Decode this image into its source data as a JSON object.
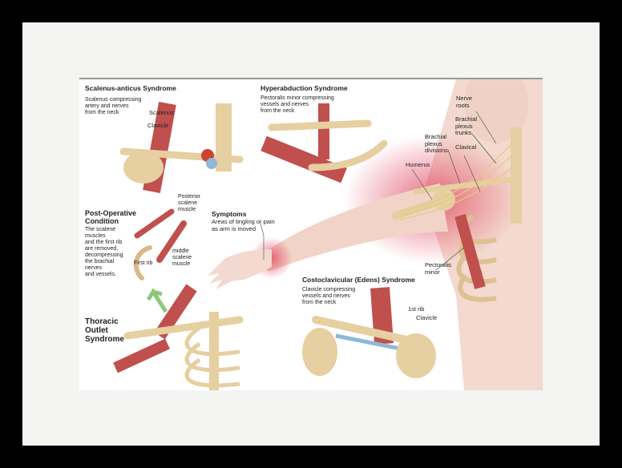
{
  "panels": {
    "scalenus": {
      "title": "Scalenus-anticus Syndrome",
      "desc": "Scalenus compressing\nartery and nerves\nfrom the neck",
      "labels": [
        "Scalenus",
        "Clavicle"
      ]
    },
    "hyperabduction": {
      "title": "Hyperabduction Syndrome",
      "desc": "Pectoralis minor compressing\nvessels and nerves\nfrom the neck"
    },
    "postop": {
      "title": "Post-Operative\nCondition",
      "desc": "The scalene\nmuscles\nand the first rib\nare removed,\ndecompressing\nthe brachial\nnerves\nand vessels.",
      "labels": [
        "Posterior\nscalene\nmuscle",
        "middle\nscalene\nmuscle",
        "First rib"
      ]
    },
    "symptoms": {
      "title": "Symptoms",
      "desc": "Areas of tingling or pain\nas arm is moved"
    },
    "thoracic": {
      "title": "Thoracic\nOutlet\nSyndrome"
    },
    "costoclavicular": {
      "title": "Costoclavicular (Edens) Syndrome",
      "desc": "Clavicle compressing\nvessels and nerves\nfrom the neck",
      "labels": [
        "1st rib",
        "Clavicle"
      ]
    },
    "main": {
      "labels": [
        "Nerve\nroots",
        "Brachial\nplexus\ntrunks",
        "Brachial\nplexus\ndivisions",
        "Clavical",
        "Humerus",
        "Pectoralis\nminor"
      ]
    }
  },
  "colors": {
    "frame": "#000000",
    "mat": "#f4f4f2",
    "skin": "#f3d9cf",
    "bone": "#e6cfa0",
    "muscle": "#c0504d",
    "pain": "#e0405a",
    "arrow": "#8bc97a"
  }
}
